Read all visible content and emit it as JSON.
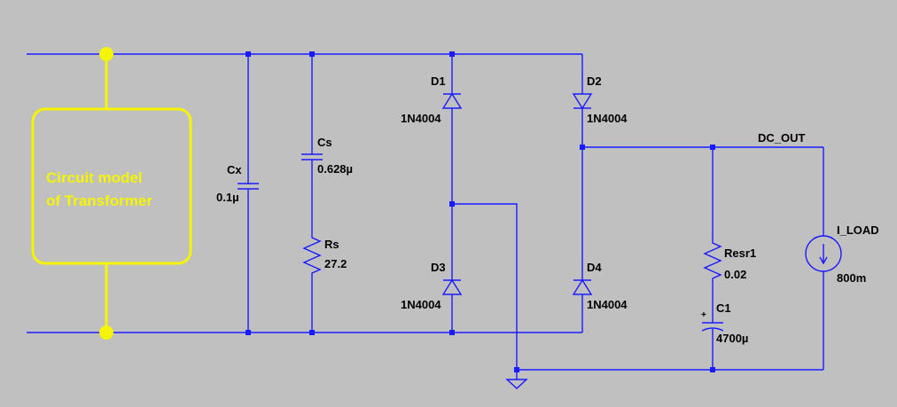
{
  "transformer": {
    "line1": "Circuit model",
    "line2": "of Transformer"
  },
  "components": {
    "cx": {
      "name": "Cx",
      "value": "0.1µ"
    },
    "cs": {
      "name": "Cs",
      "value": "0.628µ"
    },
    "rs": {
      "name": "Rs",
      "value": "27.2"
    },
    "d1": {
      "name": "D1",
      "value": "1N4004"
    },
    "d2": {
      "name": "D2",
      "value": "1N4004"
    },
    "d3": {
      "name": "D3",
      "value": "1N4004"
    },
    "d4": {
      "name": "D4",
      "value": "1N4004"
    },
    "resr": {
      "name": "Resr1",
      "value": "0.02"
    },
    "c1": {
      "name": "C1",
      "value": "4700µ"
    },
    "load": {
      "name": "I_LOAD",
      "value": "800m"
    }
  },
  "net_labels": {
    "dc_out": "DC_OUT"
  },
  "colors": {
    "background": "#c0c0c0",
    "wire": "#1a1aff",
    "transformer": "#f5f500",
    "text": "#000000"
  }
}
